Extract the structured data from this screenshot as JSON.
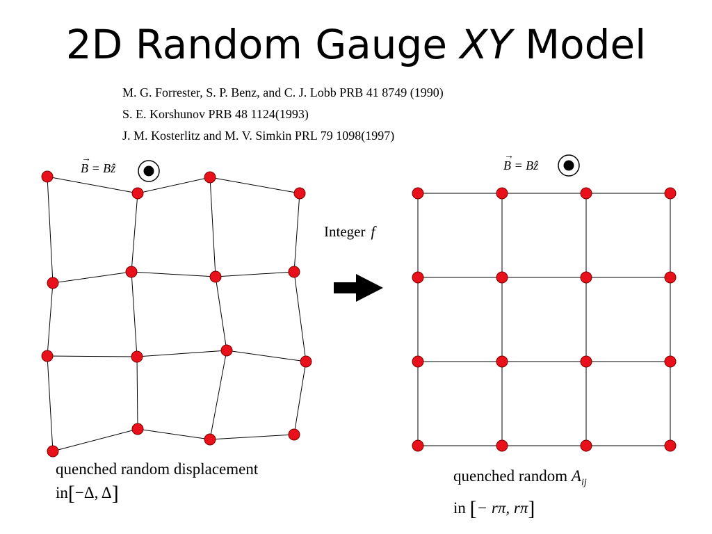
{
  "title": {
    "prefix": "2D Random Gauge ",
    "italic": "XY",
    "suffix": " Model"
  },
  "references": [
    "M. G. Forrester, S. P. Benz,  and  C. J. Lobb  PRB  41 8749 (1990)",
    "S. E. Korshunov  PRB  48 1124(1993)",
    "J. M. Kosterlitz and  M. V. Simkin  PRL  79 1098(1997)"
  ],
  "field_label": {
    "vec": "B",
    "eq": " = B",
    "z": "ẑ"
  },
  "arrow_label": {
    "text": "Integer",
    "var": "f"
  },
  "left_caption": {
    "line1": "quenched  random  displacement",
    "line2_prefix": "in",
    "line2_math": "−Δ, Δ"
  },
  "right_caption": {
    "line1_prefix": "quenched  random  ",
    "line1_var": "A",
    "line1_sub": "ij",
    "line2_prefix": "in",
    "line2_math": "− rπ, rπ"
  },
  "colors": {
    "node_fill": "#e8101a",
    "node_stroke": "#7a0000",
    "edge": "#000000"
  }
}
